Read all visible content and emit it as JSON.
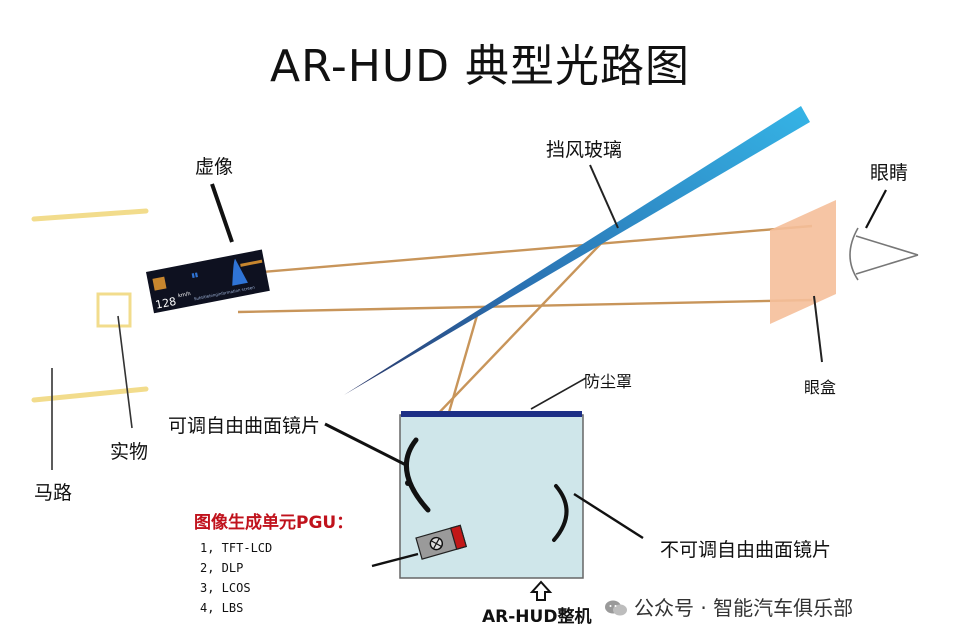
{
  "title": "AR-HUD 典型光路图",
  "labels": {
    "virtual_image": "虚像",
    "windshield": "挡风玻璃",
    "eye": "眼睛",
    "eyebox": "眼盒",
    "real_object": "实物",
    "road": "马路",
    "dust_cover": "防尘罩",
    "adjustable_mirror": "可调自由曲面镜片",
    "fixed_mirror": "不可调自由曲面镜片",
    "arhud_unit": "AR-HUD整机"
  },
  "pgu": {
    "title": "图像生成单元PGU：",
    "items": [
      "1, TFT-LCD",
      "2, DLP",
      "3, LCOS",
      "4, LBS"
    ]
  },
  "virtual_image_screen": {
    "speed": "128",
    "unit": "km/h",
    "caption": "Subtitlebinginformation screen"
  },
  "watermark": "公众号 · 智能汽车俱乐部",
  "colors": {
    "ray": "#c8955a",
    "windshield": "#2b9fd6",
    "eyebox": "#f5bf9a",
    "road": "#f2dc8c",
    "housing": "#cfe6ea",
    "dust_cover": "#1c2f86",
    "pgu_title": "#c0121c"
  }
}
